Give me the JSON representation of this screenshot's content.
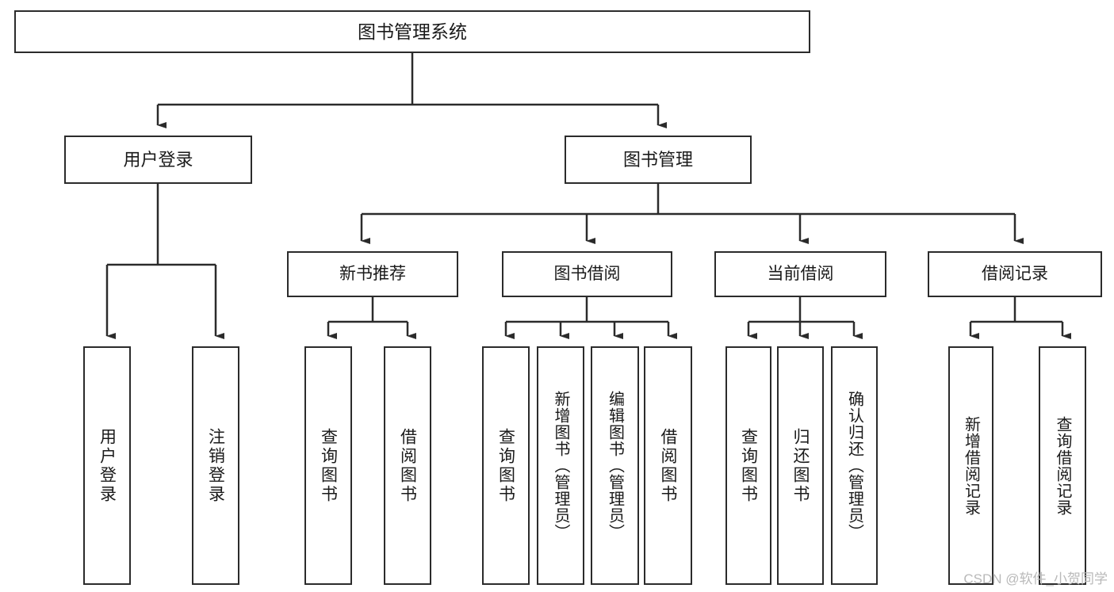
{
  "diagram": {
    "title": "图书管理系统",
    "type": "hierarchy-tree",
    "background_color": "#ffffff",
    "border_color": "#2b2b2b",
    "text_color": "#1a1a1a"
  },
  "root": {
    "label": "图书管理系统"
  },
  "level2": [
    {
      "label": "用户登录"
    },
    {
      "label": "图书管理"
    }
  ],
  "level3": [
    {
      "label": "新书推荐"
    },
    {
      "label": "图书借阅"
    },
    {
      "label": "当前借阅"
    },
    {
      "label": "借阅记录"
    }
  ],
  "leaves": {
    "user_login": [
      {
        "label": "用户登录"
      },
      {
        "label": "注销登录"
      }
    ],
    "new_book_recommend": [
      {
        "label": "查询图书"
      },
      {
        "label": "借阅图书"
      }
    ],
    "book_borrow": [
      {
        "label": "查询图书"
      },
      {
        "label": "新增图书（管理员）"
      },
      {
        "label": "编辑图书（管理员）"
      },
      {
        "label": "借阅图书"
      }
    ],
    "current_borrow": [
      {
        "label": "查询图书"
      },
      {
        "label": "归还图书"
      },
      {
        "label": "确认归还（管理员）"
      }
    ],
    "borrow_record": [
      {
        "label": "新增借阅记录"
      },
      {
        "label": "查询借阅记录"
      }
    ]
  },
  "watermark": {
    "text": "CSDN @软件_小贺同学"
  }
}
